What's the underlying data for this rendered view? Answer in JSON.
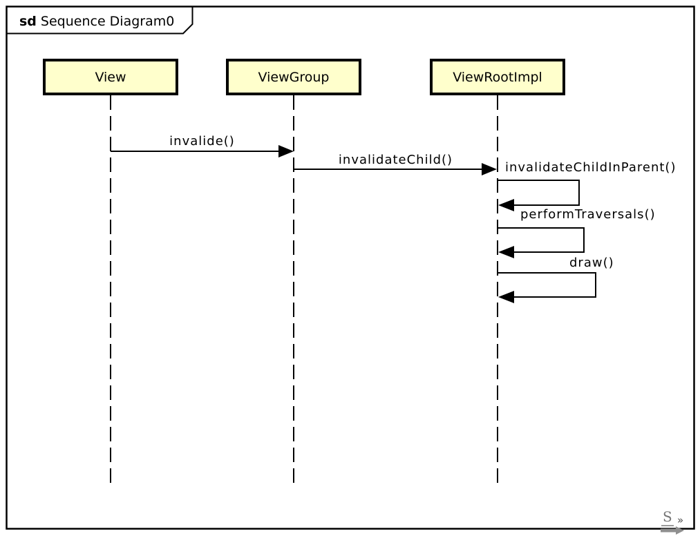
{
  "frame": {
    "keyword": "sd",
    "title": "Sequence Diagram0"
  },
  "lifelines": [
    {
      "name": "View"
    },
    {
      "name": "ViewGroup"
    },
    {
      "name": "ViewRootImpl"
    }
  ],
  "messages": [
    {
      "label": "invalide()",
      "from": "View",
      "to": "ViewGroup",
      "kind": "call"
    },
    {
      "label": "invalidateChild()",
      "from": "ViewGroup",
      "to": "ViewRootImpl",
      "kind": "call"
    },
    {
      "label": "invalidateChildInParent()",
      "from": "ViewRootImpl",
      "to": "ViewRootImpl",
      "kind": "self-call"
    },
    {
      "label": "performTraversals()",
      "from": "ViewRootImpl",
      "to": "ViewRootImpl",
      "kind": "self-call"
    },
    {
      "label": "draw()",
      "from": "ViewRootImpl",
      "to": "ViewRootImpl",
      "kind": "self-call"
    }
  ],
  "watermark": {
    "letter": "S",
    "chevrons": "»"
  },
  "colors": {
    "lifeline_head_fill": "#FFFFCC",
    "stroke": "#000000",
    "watermark": "#757575"
  }
}
